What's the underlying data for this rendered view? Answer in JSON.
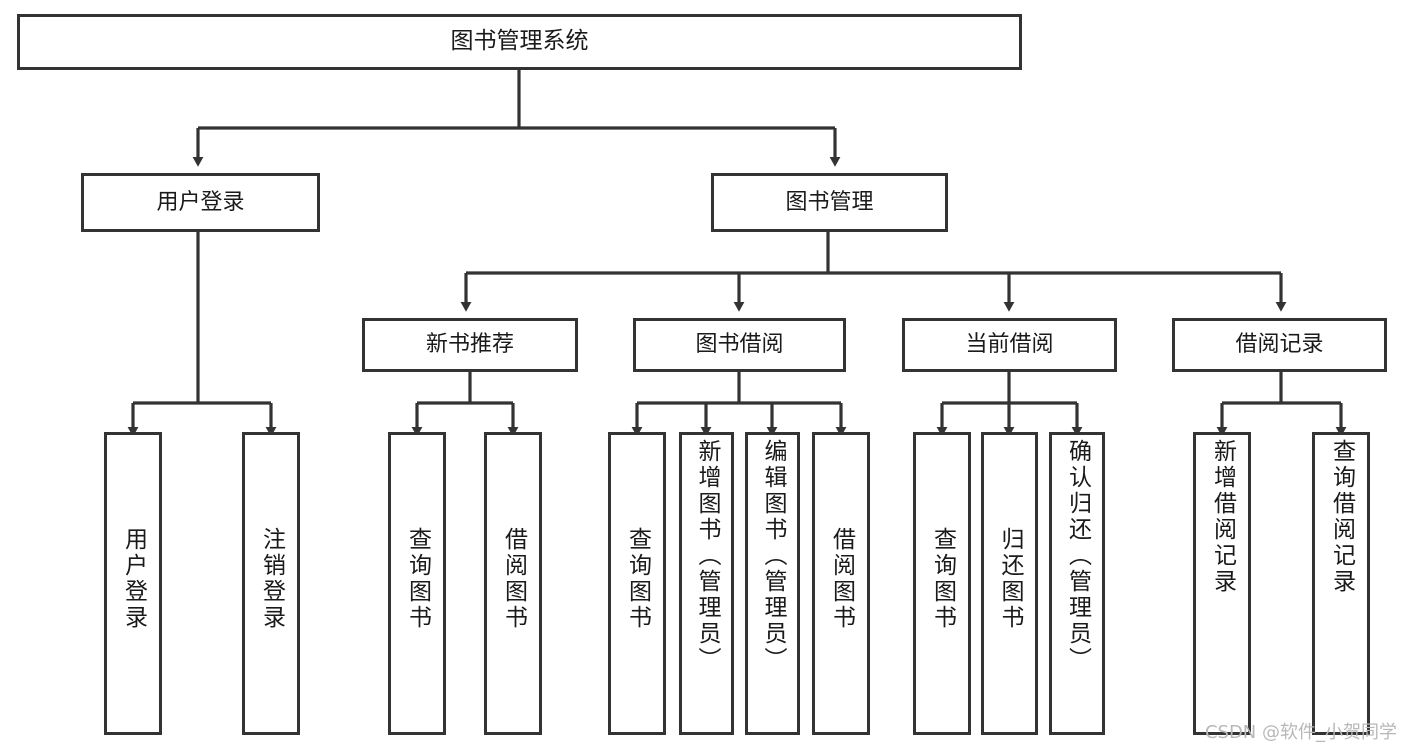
{
  "diagram": {
    "title": "图书管理系统",
    "type": "tree-hierarchy-diagram",
    "watermark": "CSDN @软件_小贺同学",
    "colors": {
      "border": "#333333",
      "background": "#ffffff",
      "text": "#1a1a1a",
      "watermark": "#b8b8b8"
    },
    "root": {
      "label": "图书管理系统"
    },
    "level1": [
      {
        "label": "用户登录"
      },
      {
        "label": "图书管理"
      }
    ],
    "level2": [
      {
        "label": "新书推荐"
      },
      {
        "label": "图书借阅"
      },
      {
        "label": "当前借阅"
      },
      {
        "label": "借阅记录"
      }
    ],
    "leaves": {
      "user_login": [
        {
          "label": "用户登录"
        },
        {
          "label": "注销登录"
        }
      ],
      "new_book_recommend": [
        {
          "label": "查询图书"
        },
        {
          "label": "借阅图书"
        }
      ],
      "book_borrow": [
        {
          "label": "查询图书"
        },
        {
          "label": "新增图书（管理员）"
        },
        {
          "label": "编辑图书（管理员）"
        },
        {
          "label": "借阅图书"
        }
      ],
      "current_borrow": [
        {
          "label": "查询图书"
        },
        {
          "label": "归还图书"
        },
        {
          "label": "确认归还（管理员）"
        }
      ],
      "borrow_record": [
        {
          "label": "新增借阅记录"
        },
        {
          "label": "查询借阅记录"
        }
      ]
    }
  }
}
